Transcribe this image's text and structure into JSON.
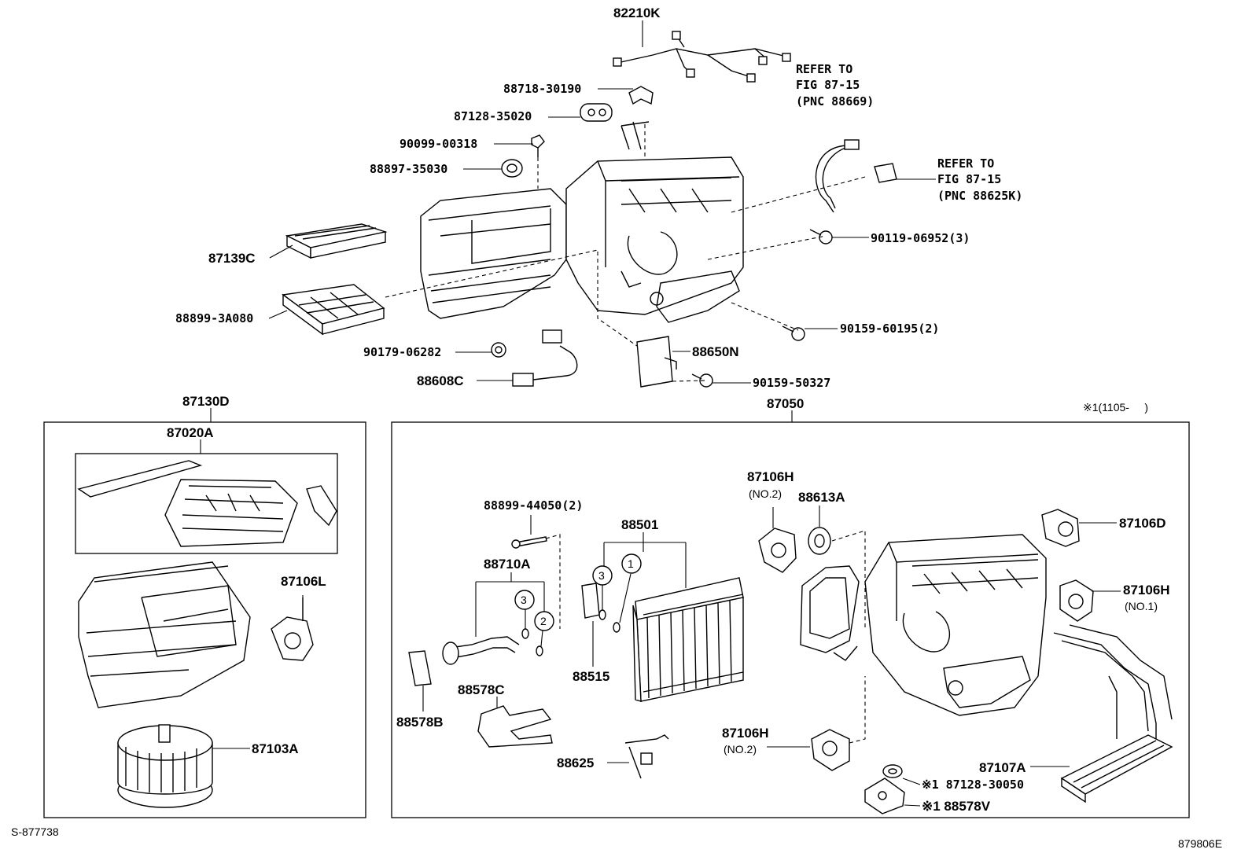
{
  "top_labels": {
    "p82210K": "82210K",
    "p88718": "88718-30190",
    "p87128_35020": "87128-35020",
    "p90099": "90099-00318",
    "p88897": "88897-35030",
    "p87139C": "87139C",
    "p88899_3A080": "88899-3A080",
    "p90179": "90179-06282",
    "p88608C": "88608C",
    "p88650N": "88650N",
    "p90159_50327": "90159-50327",
    "p90159_60195": "90159-60195(2)",
    "p90119": "90119-06952(3)",
    "ref1_l1": "REFER TO",
    "ref1_l2": "FIG 87-15",
    "ref1_l3": "(PNC 88669)",
    "ref2_l1": "REFER TO",
    "ref2_l2": "FIG 87-15",
    "ref2_l3": "(PNC 88625K)"
  },
  "left_box": {
    "p87130D": "87130D",
    "p87020A": "87020A",
    "p87106L": "87106L",
    "p87103A": "87103A"
  },
  "right_box": {
    "p87050": "87050",
    "note_range": "※1(1105-     )",
    "p88899_44050": "88899-44050(2)",
    "p88501": "88501",
    "p88710A": "88710A",
    "p88515": "88515",
    "p88578B": "88578B",
    "p88578C": "88578C",
    "p88625": "88625",
    "p87106H_a": "87106H",
    "no2_a": "(NO.2)",
    "p88613A": "88613A",
    "p87106D": "87106D",
    "p87106H_b": "87106H",
    "no1_b": "(NO.1)",
    "p87106H_c": "87106H",
    "no2_c": "(NO.2)",
    "p87107A": "87107A",
    "p87128_30050": "※1 87128-30050",
    "p88578V": "※1 88578V",
    "c1": "1",
    "c2": "2",
    "c3a": "3",
    "c3b": "3"
  },
  "footer": {
    "left_code": "S-877738",
    "right_code": "879806E"
  }
}
